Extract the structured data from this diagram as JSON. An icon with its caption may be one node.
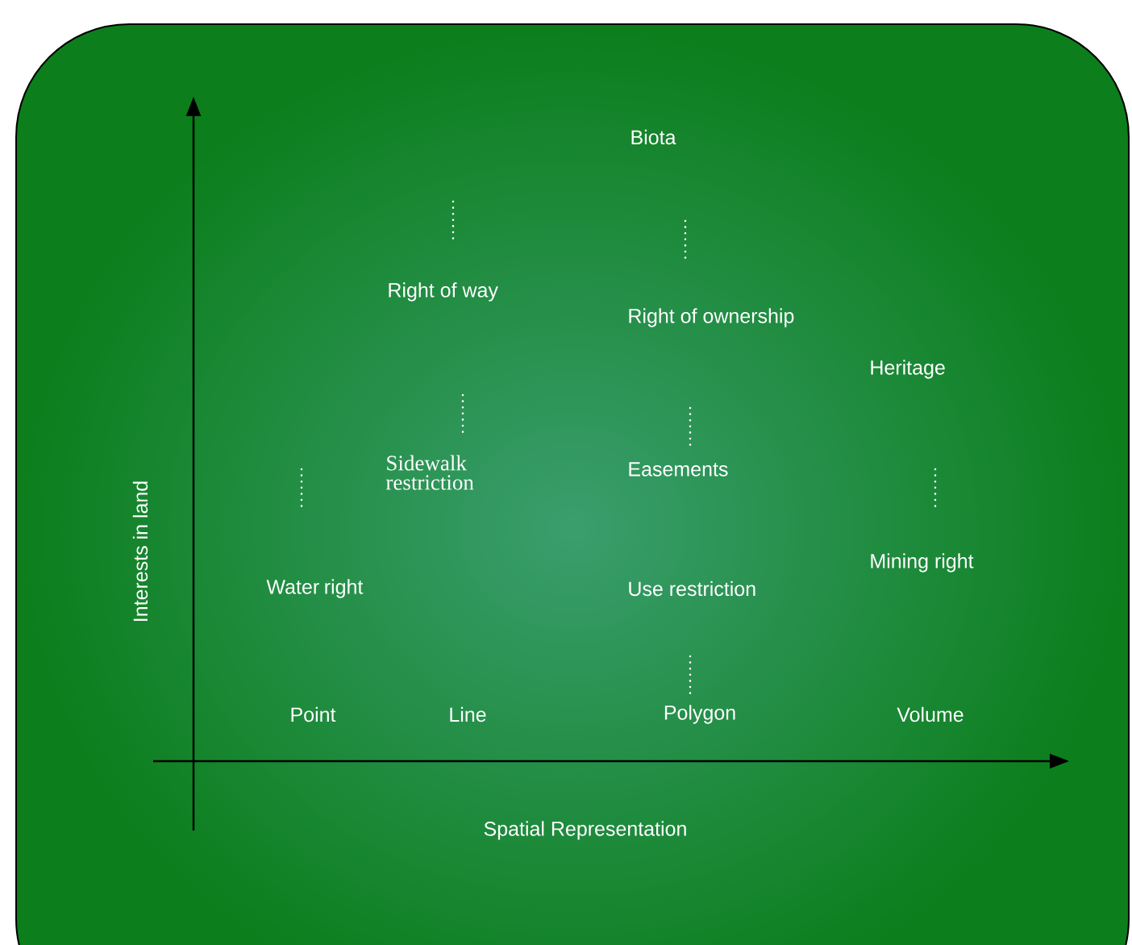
{
  "diagram": {
    "labels": [
      "Biota",
      "Right of way",
      "Right of ownership",
      "Heritage",
      "Sidewalk restriction",
      "Easements",
      "Water right",
      "Use restriction",
      "Mining right",
      "Point",
      "Line",
      "Polygon",
      "Volume",
      "Interests in land",
      "Spatial Representation"
    ]
  }
}
